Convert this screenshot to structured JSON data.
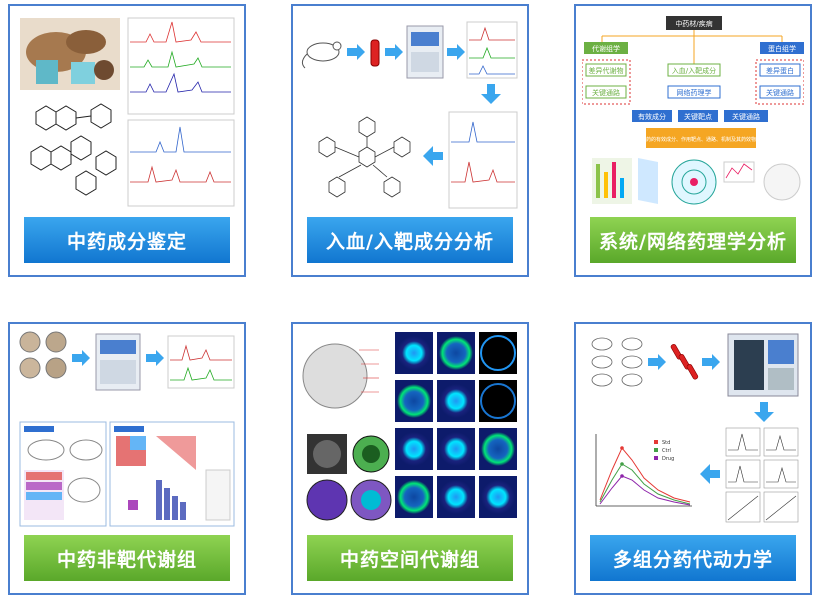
{
  "cards": [
    {
      "title": "中药成分鉴定",
      "theme": "blue"
    },
    {
      "title": "入血/入靶成分分析",
      "theme": "blue"
    },
    {
      "title": "系统/网络药理学分析",
      "theme": "green"
    },
    {
      "title": "中药非靶代谢组",
      "theme": "green"
    },
    {
      "title": "中药空间代谢组",
      "theme": "green"
    },
    {
      "title": "多组分药代动力学",
      "theme": "blue"
    }
  ],
  "network_diagram": {
    "top": "中药材/疾病",
    "left_col": [
      "代谢组学",
      "差异代谢物",
      "关键通路"
    ],
    "mid_col": [
      "入血/入靶成分",
      "网络药理学"
    ],
    "right_col": [
      "蛋白组学",
      "差异蛋白",
      "关键通路"
    ],
    "bottom_row": [
      "有效成分",
      "关键靶点",
      "关键通路"
    ],
    "summary": "揭示中药的有效成分、作用靶点、通路、机制及其药效物质基础"
  },
  "pk_legend": [
    "Std",
    "Ctrl",
    "Drug"
  ],
  "colors": {
    "border": "#4a7fcf",
    "arrow": "#3aa6ee",
    "green_box": "#6cb043",
    "blue_box": "#2f6fd0",
    "orange": "#f5a623"
  }
}
